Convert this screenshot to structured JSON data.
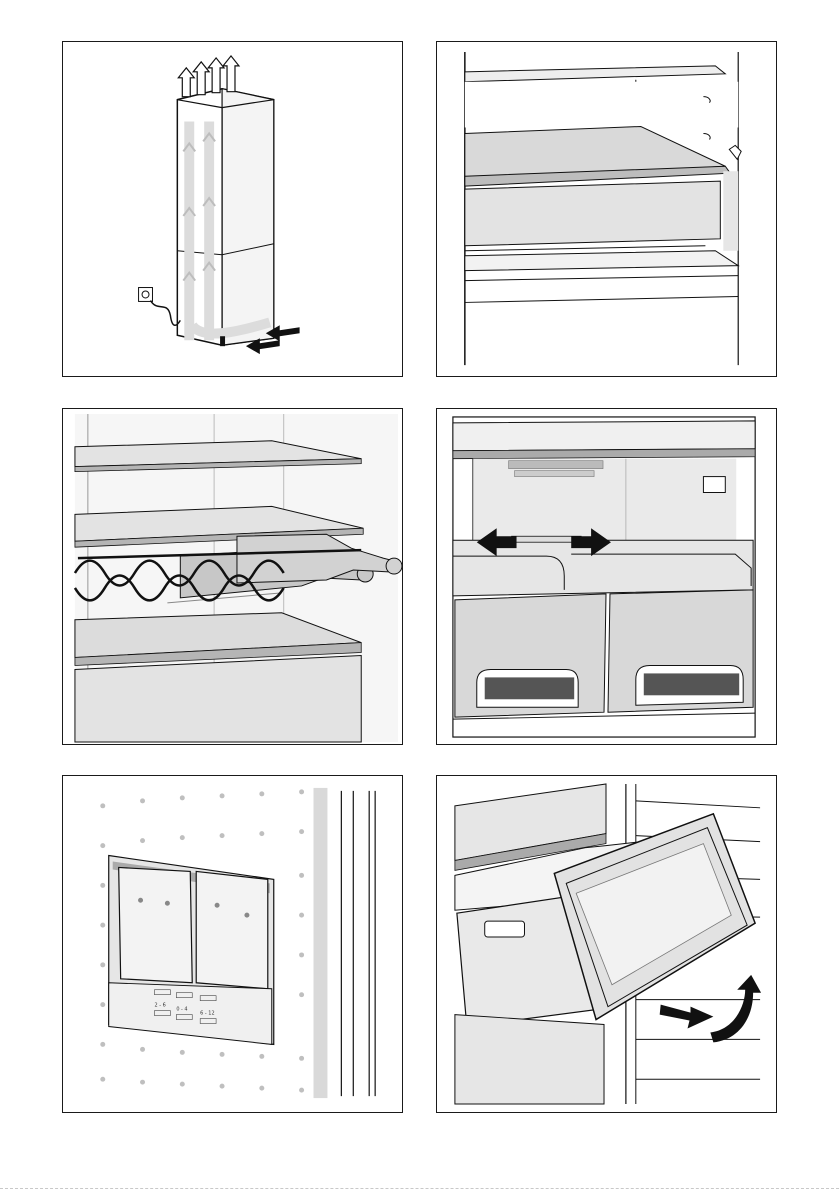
{
  "colors": {
    "frame": "#1a1a1a",
    "shade_light": "#e6e6e6",
    "shade_mid": "#cfcfcf",
    "shade_dark": "#9a9a9a",
    "arrow": "#111111",
    "airflow": "#d9d9d9"
  },
  "panels": [
    {
      "icon": "refrigerator-ventilation-icon"
    },
    {
      "icon": "glass-shelf-drawer-icon"
    },
    {
      "icon": "wine-bottle-rack-icon"
    },
    {
      "icon": "divider-slide-icon"
    },
    {
      "icon": "temperature-control-slider-icon"
    },
    {
      "icon": "remove-drawer-icon"
    }
  ],
  "control_panel": {
    "range_left": "2 - 6",
    "range_middle": "0 - 4",
    "range_right": "6 - 12"
  }
}
